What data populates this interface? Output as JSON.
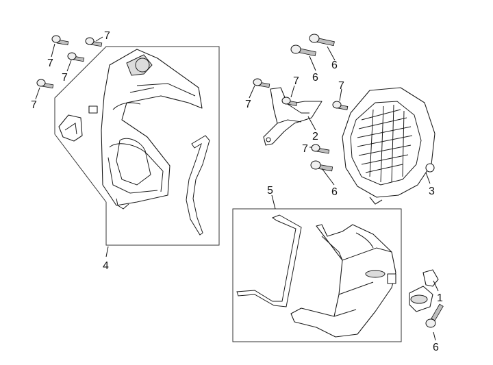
{
  "callouts": {
    "c1": "1",
    "c2": "2",
    "c3": "3",
    "c4": "4",
    "c5": "5",
    "c6a": "6",
    "c6b": "6",
    "c6c": "6",
    "c6d": "6",
    "c7a": "7",
    "c7b": "7",
    "c7c": "7",
    "c7d": "7",
    "c7e": "7",
    "c7f": "7",
    "c7g": "7",
    "c7h": "7"
  }
}
